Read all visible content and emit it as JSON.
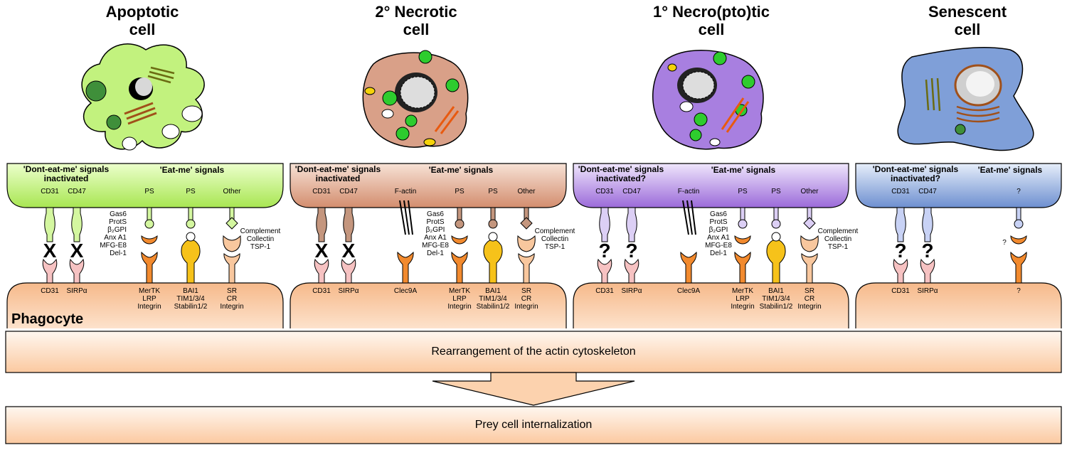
{
  "panels": [
    {
      "title1": "Apoptotic",
      "title2": "cell",
      "dont_eat_me": "'Dont-eat-me' signals",
      "dont_eat_me_2": "inactivated",
      "eat_me": "'Eat-me' signals",
      "ligands_top": [
        "CD31",
        "CD47",
        "PS",
        "PS",
        "Other"
      ],
      "receptors_bottom": [
        "CD31",
        "SIRPα",
        "MerTK",
        "LRP",
        "Integrin",
        "BAI1",
        "TIM1/3/4",
        "Stabilin1/2",
        "SR",
        "CR",
        "Integrin"
      ],
      "bridging": [
        "Gas6",
        "ProtS",
        "β₂GPI",
        "Anx A1",
        "MFG-E8",
        "Del-1"
      ],
      "complement": [
        "Complement",
        "Collectin",
        "TSP-1"
      ],
      "block_mark": "X",
      "fill": "#c2f27e",
      "grad_top": "#e2ffb8"
    },
    {
      "title1": "2° Necrotic",
      "title2": "cell",
      "dont_eat_me": "'Dont-eat-me' signals",
      "dont_eat_me_2": "inactivated",
      "eat_me": "'Eat-me' signals",
      "ligands_top": [
        "CD31",
        "CD47",
        "F-actin",
        "PS",
        "PS",
        "Other"
      ],
      "receptors_bottom": [
        "CD31",
        "SIRPα",
        "Clec9A",
        "MerTK",
        "LRP",
        "Integrin",
        "BAI1",
        "TIM1/3/4",
        "Stabilin1/2",
        "SR",
        "CR",
        "Integrin"
      ],
      "bridging": [
        "Gas6",
        "ProtS",
        "β₂GPI",
        "Anx A1",
        "MFG-E8",
        "Del-1"
      ],
      "complement": [
        "Complement",
        "Collectin",
        "TSP-1"
      ],
      "block_mark": "X",
      "fill": "#d9a088",
      "grad_top": "#f6dccf"
    },
    {
      "title1": "1° Necro(pto)tic",
      "title2": "cell",
      "dont_eat_me": "'Dont-eat-me' signals",
      "dont_eat_me_2": "inactivated?",
      "eat_me": "'Eat-me' signals",
      "ligands_top": [
        "CD31",
        "CD47",
        "F-actin",
        "PS",
        "PS",
        "Other"
      ],
      "receptors_bottom": [
        "CD31",
        "SIRPα",
        "Clec9A",
        "MerTK",
        "LRP",
        "Integrin",
        "BAI1",
        "TIM1/3/4",
        "Stabilin1/2",
        "SR",
        "CR",
        "Integrin"
      ],
      "bridging": [
        "Gas6",
        "ProtS",
        "β₂GPI",
        "Anx A1",
        "MFG-E8",
        "Del-1"
      ],
      "complement": [
        "Complement",
        "Collectin",
        "TSP-1"
      ],
      "block_mark": "?",
      "fill": "#a87fe0",
      "grad_top": "#e8dcfa"
    },
    {
      "title1": "Senescent",
      "title2": "cell",
      "dont_eat_me": "'Dont-eat-me' signals",
      "dont_eat_me_2": "inactivated?",
      "eat_me": "'Eat-me' signals",
      "ligands_top": [
        "CD31",
        "CD47",
        "?"
      ],
      "receptors_bottom": [
        "CD31",
        "SIRPα",
        "?"
      ],
      "side_q": "?",
      "block_mark": "?",
      "fill": "#7f9fd8",
      "grad_top": "#dce6f8"
    }
  ],
  "phagocyte_label": "Phagocyte",
  "box1_label": "Rearrangement of the actin cytoskeleton",
  "box2_label": "Prey cell internalization",
  "colors": {
    "phagocyte": "#fbd0ab",
    "phagocyte_light": "#fff3e8",
    "receptor_orange": "#f28a2e",
    "receptor_yellow": "#f6c21a",
    "receptor_pink": "#f6c2c2",
    "receptor_peach": "#f8c79e"
  }
}
